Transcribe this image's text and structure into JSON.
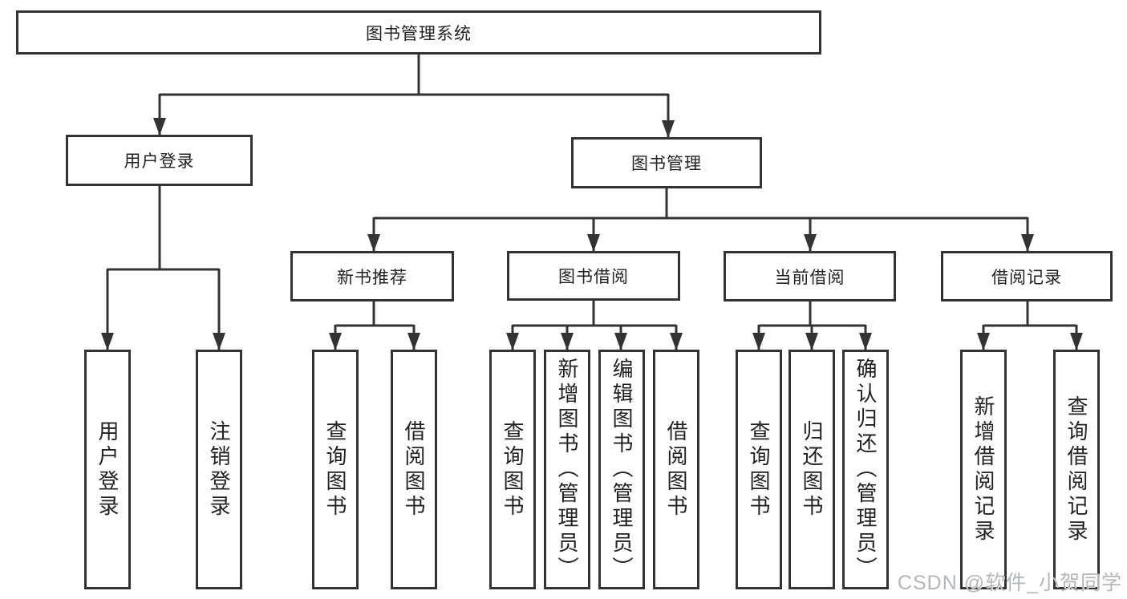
{
  "diagram_title": "图书管理系统",
  "watermark": "CSDN @软件_小贺同学",
  "colors": {
    "line": "#333333",
    "box_border": "#333333",
    "text": "#222222",
    "watermark": "#b4b7ba",
    "background": "#ffffff"
  },
  "tree": {
    "root": {
      "label": "图书管理系统",
      "children": [
        "user_login",
        "book_management"
      ]
    },
    "nodes": {
      "user_login": {
        "label": "用户登录",
        "children": [
          "login",
          "logout"
        ]
      },
      "book_management": {
        "label": "图书管理",
        "children": [
          "new_book_recommend",
          "book_borrowing",
          "current_borrowing",
          "borrowing_records"
        ]
      },
      "new_book_recommend": {
        "label": "新书推荐",
        "children": [
          "nb_query_books",
          "nb_borrow_books"
        ]
      },
      "book_borrowing": {
        "label": "图书借阅",
        "children": [
          "bb_query_books",
          "bb_add_books",
          "bb_edit_books",
          "bb_borrow_books"
        ]
      },
      "current_borrowing": {
        "label": "当前借阅",
        "children": [
          "cb_query_books",
          "cb_return_books",
          "cb_confirm_return"
        ]
      },
      "borrowing_records": {
        "label": "借阅记录",
        "children": [
          "br_add_record",
          "br_query_record"
        ]
      },
      "login": {
        "label": "用户登录"
      },
      "logout": {
        "label": "注销登录"
      },
      "nb_query_books": {
        "label": "查询图书"
      },
      "nb_borrow_books": {
        "label": "借阅图书"
      },
      "bb_query_books": {
        "label": "查询图书"
      },
      "bb_add_books": {
        "label": "新增图书（管理员）"
      },
      "bb_edit_books": {
        "label": "编辑图书（管理员）"
      },
      "bb_borrow_books": {
        "label": "借阅图书"
      },
      "cb_query_books": {
        "label": "查询图书"
      },
      "cb_return_books": {
        "label": "归还图书"
      },
      "cb_confirm_return": {
        "label": "确认归还（管理员）"
      },
      "br_add_record": {
        "label": "新增借阅记录"
      },
      "br_query_record": {
        "label": "查询借阅记录"
      }
    }
  }
}
